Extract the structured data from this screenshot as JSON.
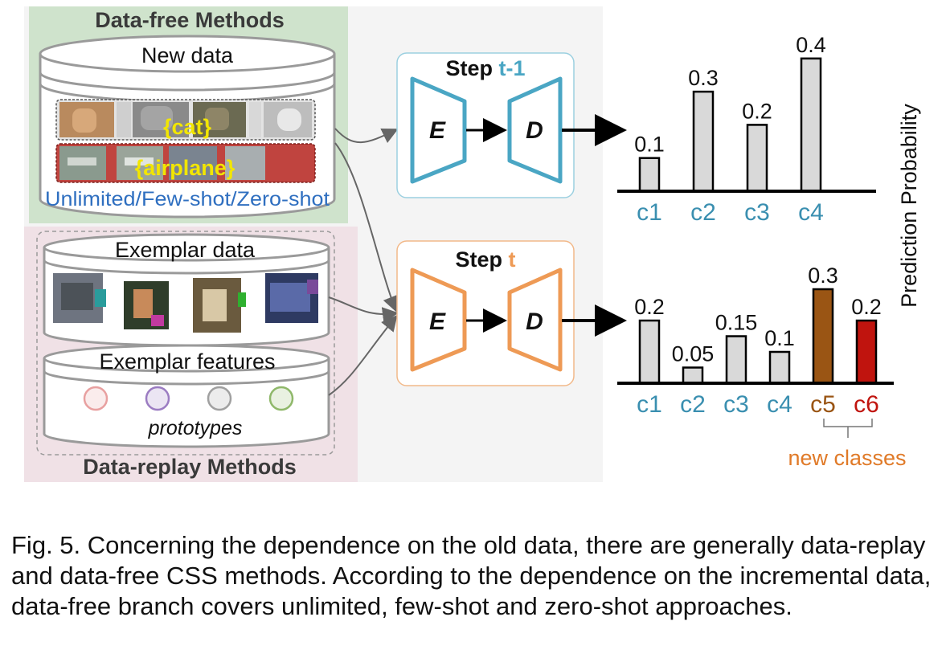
{
  "data_free": {
    "title": "Data-free Methods",
    "db_label": "New data",
    "cat_tag": "{cat}",
    "airplane_tag": "{airplane}",
    "settings": "Unlimited/Few-shot/Zero-shot"
  },
  "data_replay": {
    "title": "Data-replay Methods",
    "exemplar_data": "Exemplar data",
    "exemplar_features": "Exemplar features",
    "prototypes": "prototypes",
    "prototype_colors": [
      "#e8a0a0",
      "#9b7cc2",
      "#a0a0a0",
      "#8fb86a"
    ]
  },
  "models": [
    {
      "step_prefix": "Step ",
      "step_suffix": "t-1",
      "encoder": "E",
      "decoder": "D",
      "color": "#4aa6c4"
    },
    {
      "step_prefix": "Step ",
      "step_suffix": "t",
      "encoder": "E",
      "decoder": "D",
      "color": "#ee9a55"
    }
  ],
  "axis_label": "Prediction Probability",
  "new_classes_label": "new classes",
  "chart_data": [
    {
      "type": "bar",
      "categories": [
        "c1",
        "c2",
        "c3",
        "c4"
      ],
      "values": [
        0.1,
        0.3,
        0.2,
        0.4
      ],
      "value_labels": [
        "0.1",
        "0.3",
        "0.2",
        "0.4"
      ],
      "bar_colors": [
        "#d9d9d9",
        "#d9d9d9",
        "#d9d9d9",
        "#d9d9d9"
      ],
      "label_colors": [
        "#3a8fb0",
        "#3a8fb0",
        "#3a8fb0",
        "#3a8fb0"
      ],
      "ylabel": "Prediction Probability"
    },
    {
      "type": "bar",
      "categories": [
        "c1",
        "c2",
        "c3",
        "c4",
        "c5",
        "c6"
      ],
      "values": [
        0.2,
        0.05,
        0.15,
        0.1,
        0.3,
        0.2
      ],
      "value_labels": [
        "0.2",
        "0.05",
        "0.15",
        "0.1",
        "0.3",
        "0.2"
      ],
      "bar_colors": [
        "#d9d9d9",
        "#d9d9d9",
        "#d9d9d9",
        "#d9d9d9",
        "#9a5514",
        "#c0140e"
      ],
      "label_colors": [
        "#3a8fb0",
        "#3a8fb0",
        "#3a8fb0",
        "#3a8fb0",
        "#9a5514",
        "#c0140e"
      ]
    }
  ],
  "caption": "Fig. 5. Concerning the dependence on the old data, there are generally data-replay and data-free CSS methods. According to the dependence on the incremental data, data-free branch covers unlimited, few-shot and zero-shot approaches."
}
